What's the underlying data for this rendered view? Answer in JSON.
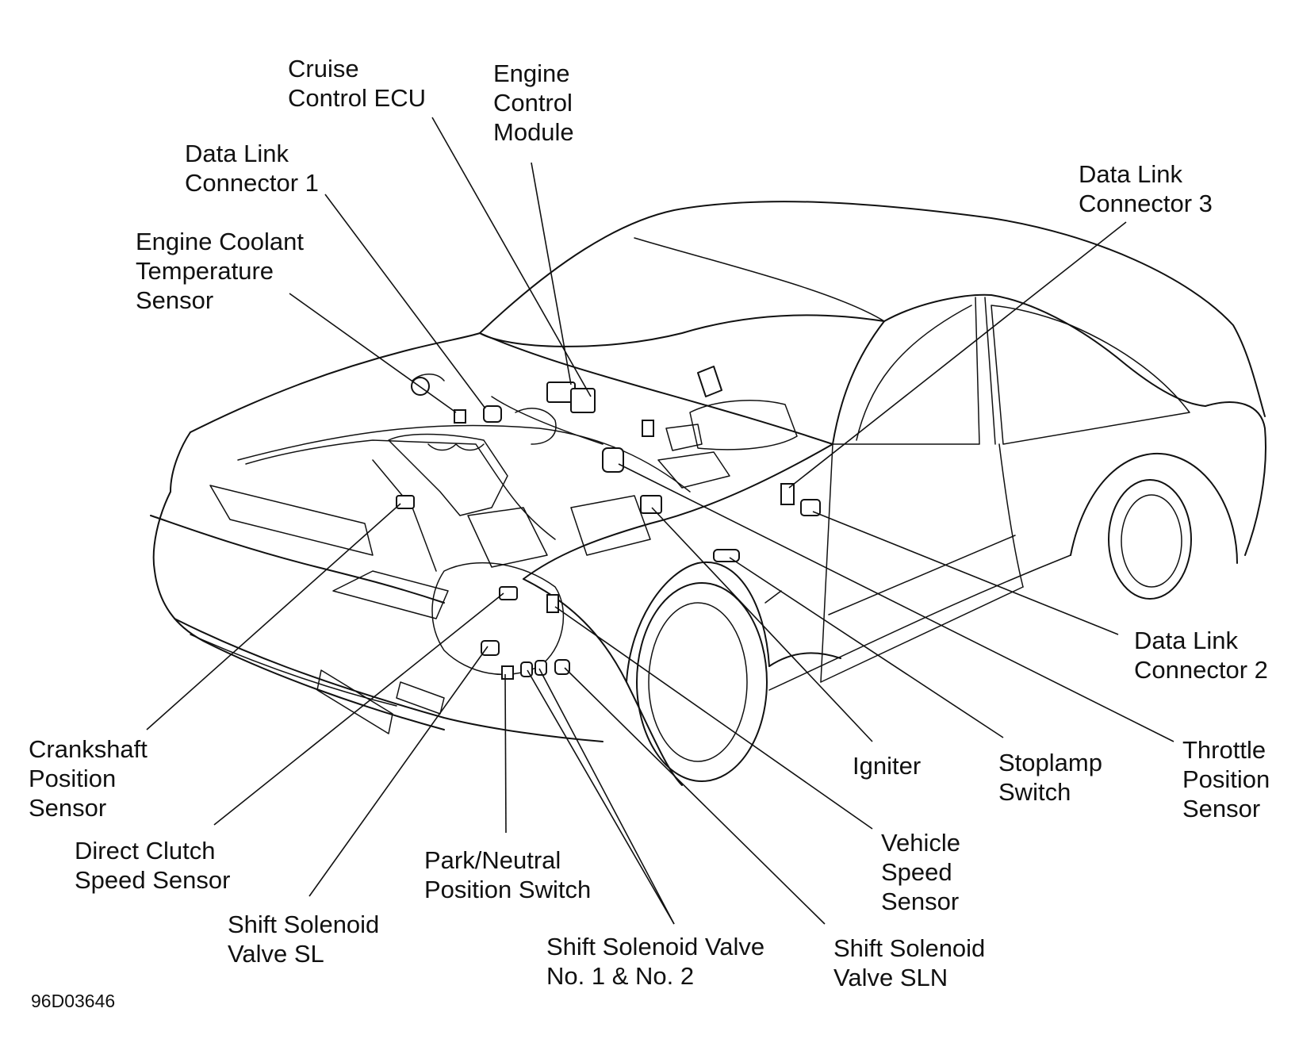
{
  "figure_id": "96D03646",
  "labels": {
    "cruise_control_ecu": "Cruise\nControl ECU",
    "engine_control_module": "Engine\nControl\nModule",
    "data_link_connector_1": "Data Link\nConnector 1",
    "engine_coolant_temperature_sensor": "Engine Coolant\nTemperature\nSensor",
    "data_link_connector_3": "Data Link\nConnector 3",
    "data_link_connector_2": "Data Link\nConnector 2",
    "crankshaft_position_sensor": "Crankshaft\nPosition\nSensor",
    "direct_clutch_speed_sensor": "Direct Clutch\nSpeed Sensor",
    "shift_solenoid_valve_sl": "Shift Solenoid\nValve SL",
    "park_neutral_position_switch": "Park/Neutral\nPosition Switch",
    "shift_solenoid_valve_no1_no2": "Shift Solenoid Valve\nNo. 1 & No. 2",
    "shift_solenoid_valve_sln": "Shift Solenoid\nValve SLN",
    "vehicle_speed_sensor": "Vehicle\nSpeed\nSensor",
    "igniter": "Igniter",
    "stoplamp_switch": "Stoplamp\nSwitch",
    "throttle_position_sensor": "Throttle\nPosition\nSensor"
  }
}
